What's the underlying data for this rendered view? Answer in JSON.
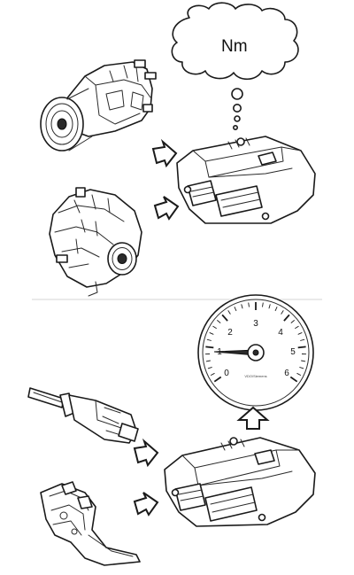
{
  "bubble": {
    "unit_label": "Nm"
  },
  "gauge": {
    "scale": [
      "0",
      "1",
      "2",
      "3",
      "4",
      "5",
      "6"
    ],
    "brand": "VDO/Siemens"
  }
}
